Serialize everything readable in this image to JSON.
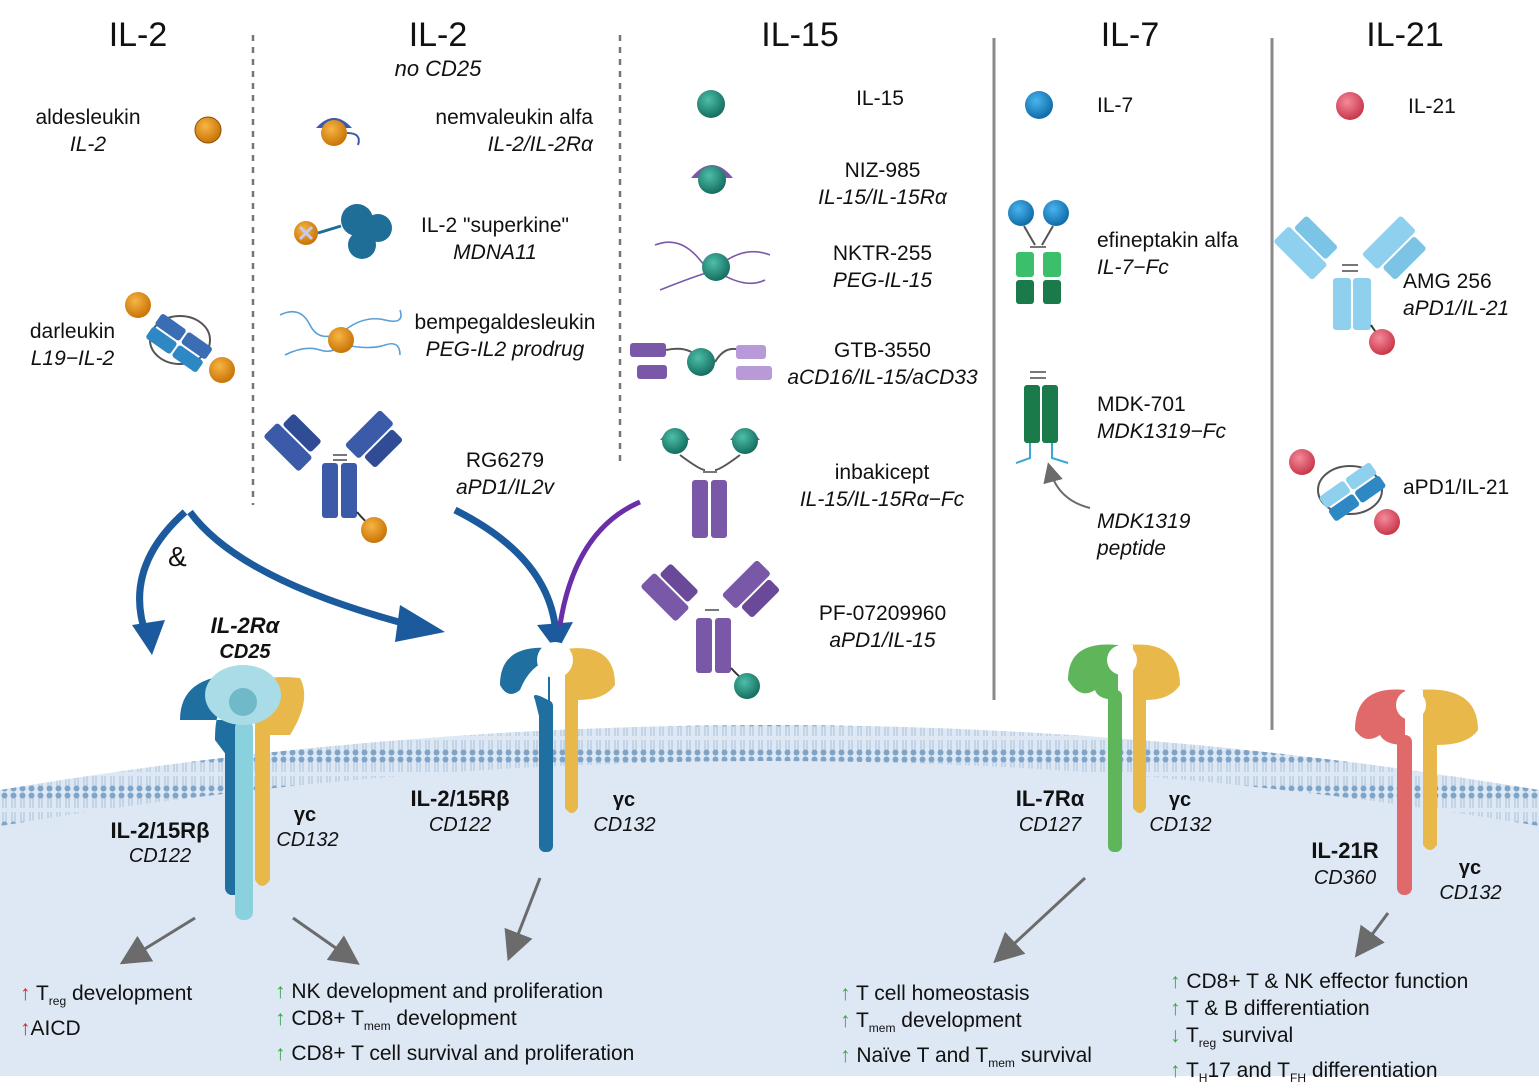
{
  "columns": [
    {
      "title": "IL-2",
      "subtitle": ""
    },
    {
      "title": "IL-2",
      "subtitle": "no CD25"
    },
    {
      "title": "IL-15",
      "subtitle": ""
    },
    {
      "title": "IL-7",
      "subtitle": ""
    },
    {
      "title": "IL-21",
      "subtitle": ""
    }
  ],
  "agents": {
    "aldesleukin": {
      "name": "aldesleukin",
      "desc": "IL-2"
    },
    "darleukin": {
      "name": "darleukin",
      "desc": "L19−IL-2"
    },
    "nemvaleukin": {
      "name": "nemvaleukin alfa",
      "desc": "IL-2/IL-2Rα"
    },
    "superkine": {
      "name": "IL-2 \"superkine\"",
      "desc": "MDNA11"
    },
    "bempeg": {
      "name": "bempegaldesleukin",
      "desc": "PEG-IL2 prodrug"
    },
    "rg6279": {
      "name": "RG6279",
      "desc": "aPD1/IL2v"
    },
    "il15": {
      "name": "IL-15",
      "desc": ""
    },
    "niz985": {
      "name": "NIZ-985",
      "desc": "IL-15/IL-15Rα"
    },
    "nktr255": {
      "name": "NKTR-255",
      "desc": "PEG-IL-15"
    },
    "gtb3550": {
      "name": "GTB-3550",
      "desc": "aCD16/IL-15/aCD33"
    },
    "inbakicept": {
      "name": "inbakicept",
      "desc": "IL-15/IL-15Rα−Fc"
    },
    "pf07209960": {
      "name": "PF-07209960",
      "desc": "aPD1/IL-15"
    },
    "il7": {
      "name": "IL-7",
      "desc": ""
    },
    "efineptakin": {
      "name": "efineptakin alfa",
      "desc": "IL-7−Fc"
    },
    "mdk701": {
      "name": "MDK-701",
      "desc": "MDK1319−Fc"
    },
    "mdk1319": {
      "name": "MDK1319",
      "desc": "peptide"
    },
    "il21": {
      "name": "IL-21",
      "desc": ""
    },
    "amg256": {
      "name": "AMG 256",
      "desc": "aPD1/IL-21"
    },
    "apd1il21": {
      "name": "aPD1/IL-21",
      "desc": ""
    }
  },
  "ampersand": "&",
  "receptors": {
    "il2ra": {
      "name": "IL-2Rα",
      "cd": "CD25"
    },
    "il2rb_a": {
      "name": "IL-2/15Rβ",
      "cd": "CD122"
    },
    "gc_a": {
      "name": "γc",
      "cd": "CD132"
    },
    "il2rb_b": {
      "name": "IL-2/15Rβ",
      "cd": "CD122"
    },
    "gc_b": {
      "name": "γc",
      "cd": "CD132"
    },
    "il7ra": {
      "name": "IL-7Rα",
      "cd": "CD127"
    },
    "gc_c": {
      "name": "γc",
      "cd": "CD132"
    },
    "il21r": {
      "name": "IL-21R",
      "cd": "CD360"
    },
    "gc_d": {
      "name": "γc",
      "cd": "CD132"
    }
  },
  "effects": {
    "treg": [
      {
        "arrow": "↑",
        "a": "T",
        "sub": "reg",
        "b": " development"
      },
      {
        "arrow": "↑",
        "a": "AICD",
        "sub": "",
        "b": ""
      }
    ],
    "il2": [
      {
        "arrow": "↑",
        "a": "NK development and proliferation",
        "sub": "",
        "b": ""
      },
      {
        "arrow": "↑",
        "a": "CD8+ T",
        "sub": "mem",
        "b": " development"
      },
      {
        "arrow": "↑",
        "a": "CD8+ T cell survival and proliferation",
        "sub": "",
        "b": ""
      }
    ],
    "il7": [
      {
        "arrow": "↑",
        "a": "T cell homeostasis",
        "sub": "",
        "b": ""
      },
      {
        "arrow": "↑",
        "a": "T",
        "sub": "mem",
        "b": " development"
      },
      {
        "arrow": "↑",
        "a": "Naïve T and T",
        "sub": "mem",
        "b": " survival"
      }
    ],
    "il21": [
      {
        "arrow": "↑",
        "a": "CD8+ T & NK effector function",
        "sub": "",
        "b": ""
      },
      {
        "arrow": "↑",
        "a": "T & B differentiation",
        "sub": "",
        "b": ""
      },
      {
        "arrow": "↓",
        "a": "T",
        "sub": "reg",
        "b": " survival"
      },
      {
        "arrow": "↑",
        "a": "T",
        "sub": "H",
        "b": "17 and T",
        "sub2": "FH",
        "c": " differentiation"
      }
    ]
  },
  "colors": {
    "il2": "#d4870e",
    "il15": "#21897a",
    "il7": "#1a8ad0",
    "il21": "#e0566a",
    "il2rb": "#1f6fa0",
    "gc": "#e8b84a",
    "il7r": "#5fb55a",
    "il21r": "#e06a6a",
    "membrane": "#dfe9f5",
    "antibody_blue": "#3b5aa8",
    "antibody_purple": "#7a58a8",
    "antibody_light": "#8fd0ee"
  }
}
